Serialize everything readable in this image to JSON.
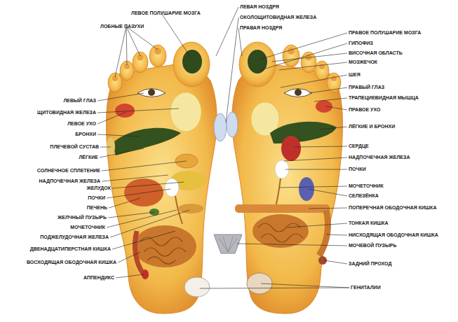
{
  "diagram": {
    "labels": [
      "ЛЕВОЕ ПОЛУШАРИЕ МОЗГА",
      "ЛОБНЫЕ ПАЗУХИ",
      "ЛЕВЫЙ ГЛАЗ",
      "ЩИТОВИДНАЯ ЖЕЛЕЗА",
      "ЛЕВОЕ УХО",
      "БРОНХИ",
      "ПЛЕЧЕВОЙ СУСТАВ",
      "ЛЁГКИЕ",
      "СОЛНЕЧНОЕ СПЛЕТЕНИЕ",
      "НАДПОЧЕЧНАЯ ЖЕЛЕЗА",
      "ЖЕЛУДОК",
      "ПОЧКИ",
      "ПЕЧЕНЬ",
      "ЖЕЛЧНЫЙ ПУЗЫРЬ",
      "МОЧЕТОЧНИК",
      "ПОДЖЕЛУДОЧНАЯ ЖЕЛЕЗА",
      "ДВЕНАДЦАТИПЕРСТНАЯ КИШКА",
      "ВОСХОДЯЩАЯ ОБОДОЧНАЯ КИШКА",
      "АППЕНДИКС",
      "ЛЕВАЯ НОЗДРЯ",
      "ОКОЛОЩИТОВИДНАЯ ЖЕЛЕЗА",
      "ПРАВАЯ НОЗДРЯ",
      "ПРАВОЕ ПОЛУШАРИЕ МОЗГА",
      "ГИПОФИЗ",
      "ВИСОЧНАЯ ОБЛАСТЬ",
      "МОЗЖЕЧОК",
      "ШЕЯ",
      "ПРАВЫЙ ГЛАЗ",
      "ТРАПЕЦИЕВИДНАЯ МЫШЦА",
      "ПРАВОЕ УХО",
      "ЛЁГКИЕ И БРОНХИ",
      "СЕРДЦЕ",
      "НАДПОЧЕЧНАЯ ЖЕЛЕЗА",
      "ПОЧКИ",
      "МОЧЕТОЧНИК",
      "СЕЛЕЗЁНКА",
      "ПОПЕРЕЧНАЯ ОБОДОЧНАЯ КИШКА",
      "ТОНКАЯ КИШКА",
      "НИСХОДЯЩАЯ ОБОДОЧНАЯ КИШКА",
      "МОЧЕВОЙ ПУЗЫРЬ",
      "ЗАДНИЙ ПРОХОД",
      "ГЕНИТАЛИИ"
    ]
  }
}
